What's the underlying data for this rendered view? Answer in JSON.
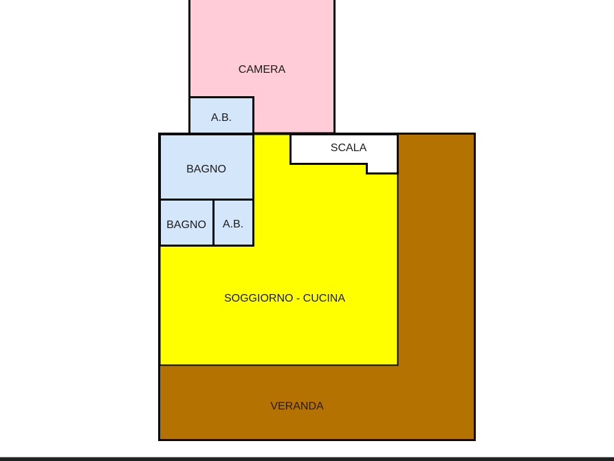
{
  "floor_plan": {
    "colors": {
      "camera": "#FFCCD8",
      "bath": "#D3E6FA",
      "living": "#FFFF00",
      "veranda": "#B47300",
      "stairs": "#FFFFFF",
      "wall": "#0a0a0a"
    },
    "rooms": {
      "camera": "CAMERA",
      "ab_top": "A.B.",
      "scala": "SCALA",
      "bagno_large": "BAGNO",
      "bagno_small": "BAGNO",
      "ab_bottom": "A.B.",
      "soggiorno_cucina": "SOGGIORNO - CUCINA",
      "veranda": "VERANDA"
    }
  }
}
